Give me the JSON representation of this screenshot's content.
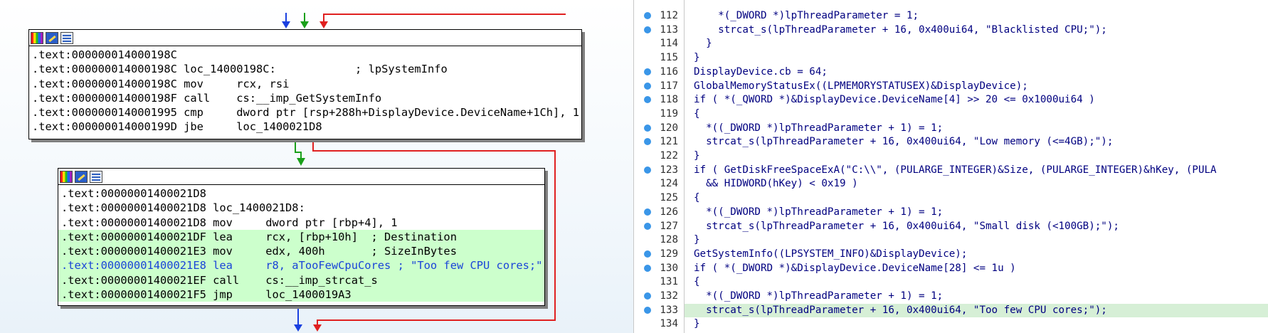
{
  "graph": {
    "block1": {
      "lines": [
        ".text:000000014000198C",
        ".text:000000014000198C loc_14000198C:            ; lpSystemInfo",
        ".text:000000014000198C mov     rcx, rsi",
        ".text:000000014000198F call    cs:__imp_GetSystemInfo",
        ".text:0000000140001995 cmp     dword ptr [rsp+288h+DisplayDevice.DeviceName+1Ch], 1",
        ".text:000000014000199D jbe     loc_1400021D8"
      ]
    },
    "block2": {
      "lines": [
        ".text:00000001400021D8",
        ".text:00000001400021D8 loc_1400021D8:",
        ".text:00000001400021D8 mov     dword ptr [rbp+4], 1",
        ".text:00000001400021DF lea     rcx, [rbp+10h]  ; Destination",
        ".text:00000001400021E3 mov     edx, 400h       ; SizeInBytes",
        ".text:00000001400021E8 lea     r8, aTooFewCpuCores ; \"Too few CPU cores;\"",
        ".text:00000001400021EF call    cs:__imp_strcat_s",
        ".text:00000001400021F5 jmp     loc_1400019A3"
      ],
      "highlight_word": "few"
    }
  },
  "pseudocode": {
    "lines": [
      {
        "n": "112",
        "dot": true,
        "text": "    *(_DWORD *)lpThreadParameter = 1;"
      },
      {
        "n": "113",
        "dot": true,
        "text": "    strcat_s(lpThreadParameter + 16, 0x400ui64, \"Blacklisted CPU;\");"
      },
      {
        "n": "114",
        "dot": false,
        "text": "  }"
      },
      {
        "n": "115",
        "dot": false,
        "text": "}"
      },
      {
        "n": "116",
        "dot": true,
        "text": "DisplayDevice.cb = 64;"
      },
      {
        "n": "117",
        "dot": true,
        "text": "GlobalMemoryStatusEx((LPMEMORYSTATUSEX)&DisplayDevice);"
      },
      {
        "n": "118",
        "dot": true,
        "text": "if ( *(_QWORD *)&DisplayDevice.DeviceName[4] >> 20 <= 0x1000ui64 )"
      },
      {
        "n": "119",
        "dot": false,
        "text": "{"
      },
      {
        "n": "120",
        "dot": true,
        "text": "  *((_DWORD *)lpThreadParameter + 1) = 1;"
      },
      {
        "n": "121",
        "dot": true,
        "text": "  strcat_s(lpThreadParameter + 16, 0x400ui64, \"Low memory (<=4GB);\");"
      },
      {
        "n": "122",
        "dot": false,
        "text": "}"
      },
      {
        "n": "123",
        "dot": true,
        "text": "if ( GetDiskFreeSpaceExA(\"C:\\\\\", (PULARGE_INTEGER)&Size, (PULARGE_INTEGER)&hKey, (PULA"
      },
      {
        "n": "124",
        "dot": false,
        "text": "  && HIDWORD(hKey) < 0x19 )"
      },
      {
        "n": "125",
        "dot": false,
        "text": "{"
      },
      {
        "n": "126",
        "dot": true,
        "text": "  *((_DWORD *)lpThreadParameter + 1) = 1;"
      },
      {
        "n": "127",
        "dot": true,
        "text": "  strcat_s(lpThreadParameter + 16, 0x400ui64, \"Small disk (<100GB);\");"
      },
      {
        "n": "128",
        "dot": false,
        "text": "}"
      },
      {
        "n": "129",
        "dot": true,
        "text": "GetSystemInfo((LPSYSTEM_INFO)&DisplayDevice);"
      },
      {
        "n": "130",
        "dot": true,
        "text": "if ( *(_DWORD *)&DisplayDevice.DeviceName[28] <= 1u )"
      },
      {
        "n": "131",
        "dot": false,
        "text": "{"
      },
      {
        "n": "132",
        "dot": true,
        "text": "  *((_DWORD *)lpThreadParameter + 1) = 1;"
      },
      {
        "n": "133",
        "dot": true,
        "text": "  strcat_s(lpThreadParameter + 16, 0x400ui64, \"Too few CPU cores;\");",
        "highlight": true
      },
      {
        "n": "134",
        "dot": false,
        "text": "}"
      }
    ]
  },
  "colors": {
    "edge_true": "#1aa01a",
    "edge_false": "#e02020",
    "edge_normal": "#1a40e0",
    "dot": "#3a96e8",
    "highlight_line": "#d6efd6"
  }
}
